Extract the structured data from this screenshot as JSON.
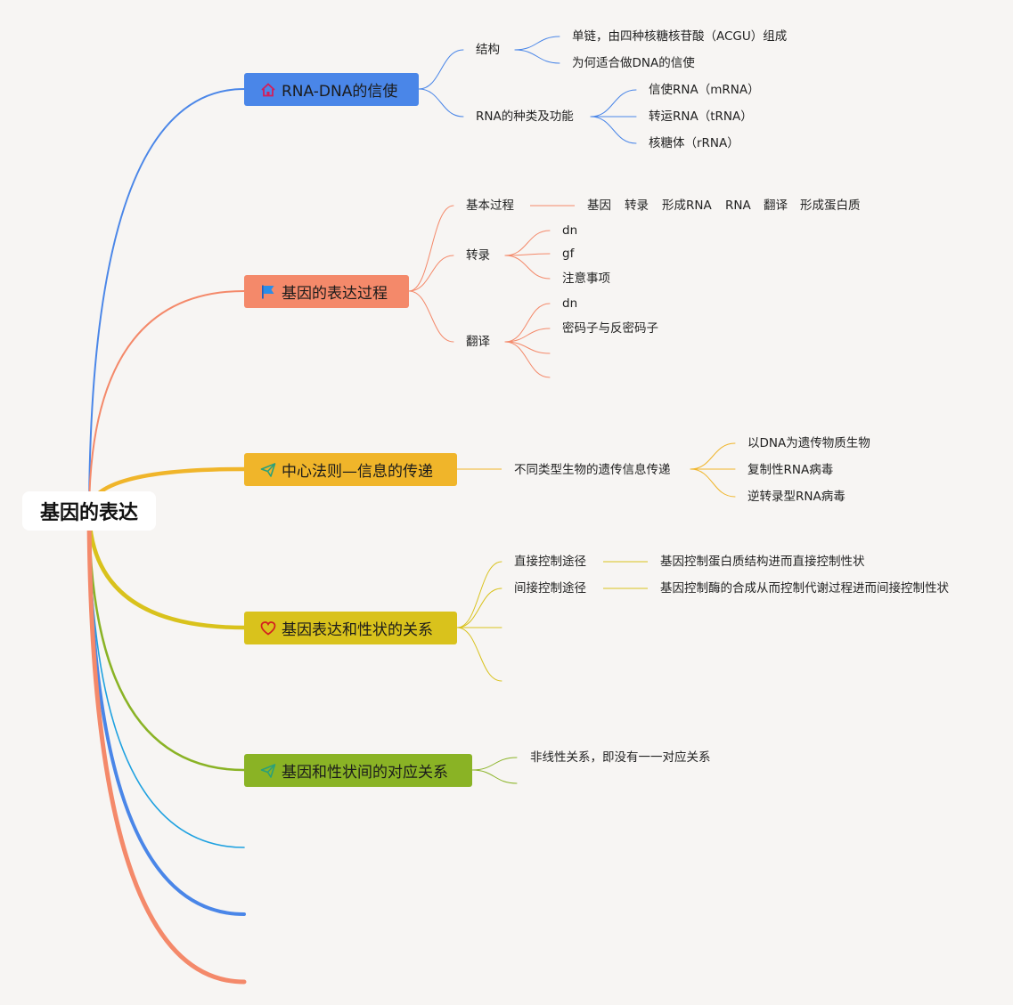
{
  "root": {
    "label": "基因的表达"
  },
  "branches": [
    {
      "label": "RNA-DNA的信使",
      "color": "#4a86e8",
      "icon": "home-icon",
      "children": [
        {
          "label": "结构",
          "children": [
            "单链，由四种核糖核苷酸（ACGU）组成",
            "为何适合做DNA的信使"
          ]
        },
        {
          "label": "RNA的种类及功能",
          "children": [
            "信使RNA（mRNA）",
            "转运RNA（tRNA）",
            "核糖体（rRNA）"
          ]
        }
      ]
    },
    {
      "label": "基因的表达过程",
      "color": "#f4896a",
      "icon": "flag-icon",
      "children": [
        {
          "label": "基本过程",
          "flow": [
            "基因",
            "转录",
            "形成RNA",
            "RNA",
            "翻译",
            "形成蛋白质"
          ]
        },
        {
          "label": "转录",
          "children": [
            "dn",
            "gf",
            "注意事项"
          ]
        },
        {
          "label": "翻译",
          "children": [
            "dn",
            "密码子与反密码子",
            "",
            ""
          ]
        }
      ]
    },
    {
      "label": "中心法则—信息的传递",
      "color": "#f0b52a",
      "icon": "paper-plane-icon",
      "children": [
        {
          "label": "不同类型生物的遗传信息传递",
          "children": [
            "以DNA为遗传物质生物",
            "复制性RNA病毒",
            "逆转录型RNA病毒"
          ]
        }
      ]
    },
    {
      "label": "基因表达和性状的关系",
      "color": "#d9c21c",
      "icon": "heart-icon",
      "children": [
        {
          "label": "直接控制途径",
          "children": [
            "基因控制蛋白质结构进而直接控制性状"
          ]
        },
        {
          "label": "间接控制途径",
          "children": [
            "基因控制酶的合成从而控制代谢过程进而间接控制性状"
          ]
        },
        {
          "label": ""
        },
        {
          "label": ""
        }
      ]
    },
    {
      "label": "基因和性状间的对应关系",
      "color": "#8ab325",
      "icon": "paper-plane-icon",
      "children": [
        {
          "label": "非线性关系，即没有一一对应关系"
        },
        {
          "label": ""
        }
      ]
    }
  ],
  "colors": {
    "background": "#f7f5f3",
    "extra_branch_1": "#1ea1e0",
    "extra_branch_2": "#4a86e8",
    "extra_branch_3": "#f4896a"
  }
}
